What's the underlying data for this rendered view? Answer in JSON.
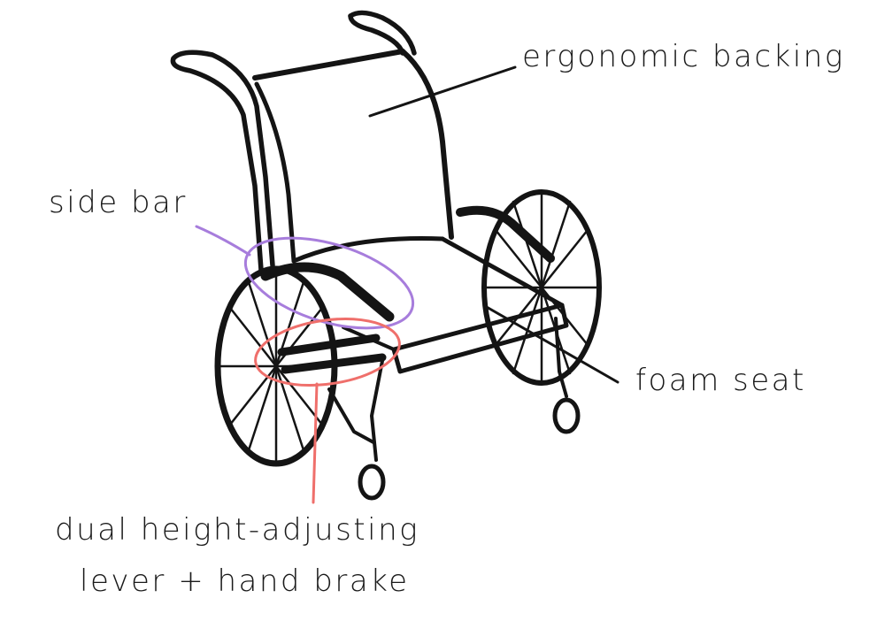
{
  "labels": {
    "ergonomic_backing": "ergonomic backing",
    "side_bar": "side bar",
    "foam_seat": "foam seat",
    "lever_line1": "dual height-adjusting",
    "lever_line2": "lever + hand brake"
  },
  "colors": {
    "ink": "#141414",
    "side_bar_highlight": "#a77ddc",
    "lever_highlight": "#ef6f6b"
  }
}
